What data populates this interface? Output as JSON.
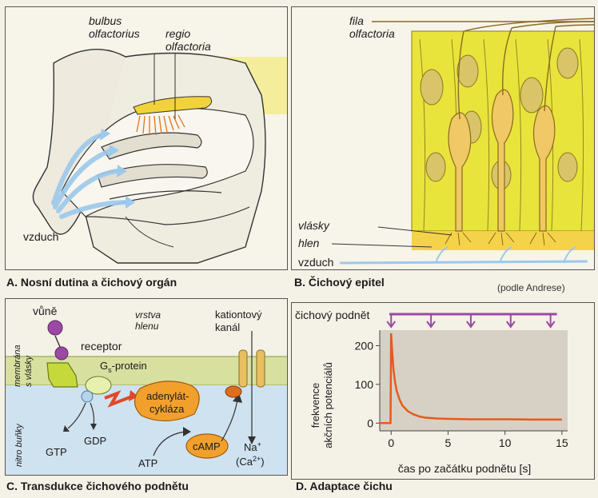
{
  "panelA": {
    "caption": "A. Nosní dutina a čichový orgán",
    "label_bulbus_1": "bulbus",
    "label_bulbus_2": "olfactorius",
    "label_regio_1": "regio",
    "label_regio_2": "olfactoria",
    "label_air": "vzduch"
  },
  "panelB": {
    "caption": "B. Čichový epitel",
    "source": "(podle Andrese)",
    "label_fila_1": "fila",
    "label_fila_2": "olfactoria",
    "label_vlasky": "vlásky",
    "label_hlen": "hlen",
    "label_air": "vzduch"
  },
  "panelC": {
    "caption": "C. Transdukce čichového podnětu",
    "label_vune": "vůně",
    "label_vrstva_1": "vrstva",
    "label_vrstva_2": "hlenu",
    "label_kanal_1": "kationtový",
    "label_kanal_2": "kanál",
    "label_receptor": "receptor",
    "label_gprotein_pre": "G",
    "label_gprotein_sub": "s",
    "label_gprotein_post": "-protein",
    "label_membrana_1": "membrána",
    "label_membrana_2": "s vlásky",
    "label_nitro": "nitro buňky",
    "label_adenylat_1": "adenylát-",
    "label_adenylat_2": "cykláza",
    "label_gtp": "GTP",
    "label_gdp": "GDP",
    "label_atp": "ATP",
    "label_camp": "cAMP",
    "label_na": "Na",
    "label_na_sup": "+",
    "label_ca_open": "(Ca",
    "label_ca_sup": "2+",
    "label_ca_close": ")"
  },
  "panelD": {
    "caption": "D. Adaptace čichu",
    "stimulus_label": "čichový podnět",
    "ylabel_1": "frekvence",
    "ylabel_2": "akčních potenciálů",
    "xlabel": "čas po začátku podnětu [s]"
  },
  "chart_data": {
    "type": "line",
    "xlabel": "čas po začátku podnětu [s]",
    "ylabel": "frekvence akčních potenciálů",
    "x_ticks": [
      0,
      5,
      10,
      15
    ],
    "y_ticks": [
      0,
      100,
      200
    ],
    "xlim": [
      -1,
      15.5
    ],
    "ylim": [
      -20,
      240
    ],
    "stimulus_arrows_x": [
      0,
      3.5,
      7,
      10.5,
      14
    ],
    "series": [
      {
        "x": [
          -1,
          -0.05,
          0,
          0.1,
          0.2,
          0.35,
          0.5,
          0.75,
          1,
          1.5,
          2,
          2.5,
          3,
          4,
          5,
          7,
          10,
          12.5,
          15
        ],
        "y": [
          0,
          0,
          232,
          180,
          140,
          105,
          82,
          60,
          45,
          30,
          22,
          17,
          14,
          12,
          11,
          10,
          10,
          9,
          9
        ]
      }
    ],
    "colors": {
      "line": "#e65a1e",
      "stimulus": "#9b4aa3",
      "plot_bg": "#d6d1c4",
      "axis": "#444444"
    }
  },
  "colors": {
    "cream": "#f4f1e6",
    "yellow": "#f2ea6e",
    "epithelium": "#e8e43c",
    "mucus": "#f4d24a",
    "air_arrow": "#9cc9ec",
    "purple": "#9b4aa3",
    "membrane": "#c8d98a",
    "inner_cell": "#cfe2f0",
    "enzyme": "#f2a02c",
    "signal": "#e0482a",
    "receptor": "#c6d93a"
  }
}
